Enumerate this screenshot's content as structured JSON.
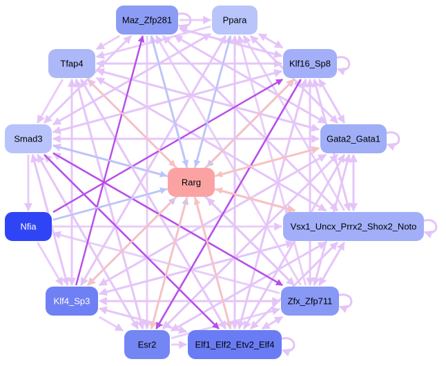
{
  "graph": {
    "type": "directed-regulatory-network",
    "center": "Rarg",
    "nodes": [
      {
        "id": "maz",
        "label": "Maz_Zfp281",
        "fill": "#8c9cf4",
        "text": "#000000",
        "self_loop": true
      },
      {
        "id": "ppara",
        "label": "Ppara",
        "fill": "#b9c4fb",
        "text": "#000000",
        "self_loop": false
      },
      {
        "id": "tfap4",
        "label": "Tfap4",
        "fill": "#adb8f8",
        "text": "#000000",
        "self_loop": false
      },
      {
        "id": "klf16",
        "label": "Klf16_Sp8",
        "fill": "#a3aff8",
        "text": "#000000",
        "self_loop": true
      },
      {
        "id": "smad3",
        "label": "Smad3",
        "fill": "#b9c3fb",
        "text": "#000000",
        "self_loop": false
      },
      {
        "id": "gata2",
        "label": "Gata2_Gata1",
        "fill": "#a0adf7",
        "text": "#000000",
        "self_loop": true
      },
      {
        "id": "rarg",
        "label": "Rarg",
        "fill": "#fba3a3",
        "text": "#000000",
        "self_loop": false
      },
      {
        "id": "nfia",
        "label": "Nfia",
        "fill": "#2f45f5",
        "text": "#ffffff",
        "self_loop": false
      },
      {
        "id": "vsx1",
        "label": "Vsx1_Uncx_Prrx2_Shox2_Noto",
        "fill": "#a2aff8",
        "text": "#000000",
        "self_loop": true
      },
      {
        "id": "klf4",
        "label": "Klf4_Sp3",
        "fill": "#6f80f4",
        "text": "#ffffff",
        "self_loop": false
      },
      {
        "id": "zfx",
        "label": "Zfx_Zfp711",
        "fill": "#8798f5",
        "text": "#000000",
        "self_loop": true
      },
      {
        "id": "esr2",
        "label": "Esr2",
        "fill": "#7486f4",
        "text": "#000000",
        "self_loop": false
      },
      {
        "id": "elf",
        "label": "Elf1_Elf2_Etv2_Elf4",
        "fill": "#6a7cf4",
        "text": "#000000",
        "self_loop": true
      }
    ],
    "edge_colors": {
      "default": "#e4c4f8",
      "strong": "#b84ee8",
      "positive": "#f9c2bc",
      "negative": "#b8c6f9"
    },
    "edges": [
      {
        "from": "maz",
        "to": "rarg",
        "kind": "negative"
      },
      {
        "from": "ppara",
        "to": "rarg",
        "kind": "negative"
      },
      {
        "from": "tfap4",
        "to": "rarg",
        "kind": "positive"
      },
      {
        "from": "klf16",
        "to": "rarg",
        "kind": "negative"
      },
      {
        "from": "smad3",
        "to": "rarg",
        "kind": "negative"
      },
      {
        "from": "gata2",
        "to": "rarg",
        "kind": "positive"
      },
      {
        "from": "vsx1",
        "to": "rarg",
        "kind": "positive"
      },
      {
        "from": "zfx",
        "to": "rarg",
        "kind": "default"
      },
      {
        "from": "elf",
        "to": "rarg",
        "kind": "positive"
      },
      {
        "from": "esr2",
        "to": "rarg",
        "kind": "negative"
      },
      {
        "from": "klf4",
        "to": "rarg",
        "kind": "negative"
      },
      {
        "from": "nfia",
        "to": "rarg",
        "kind": "negative"
      },
      {
        "from": "rarg",
        "to": "vsx1",
        "kind": "positive"
      },
      {
        "from": "rarg",
        "to": "gata2",
        "kind": "positive"
      },
      {
        "from": "rarg",
        "to": "klf16",
        "kind": "positive"
      },
      {
        "from": "rarg",
        "to": "esr2",
        "kind": "positive"
      },
      {
        "from": "rarg",
        "to": "klf4",
        "kind": "positive"
      },
      {
        "from": "nfia",
        "to": "klf16",
        "kind": "strong"
      },
      {
        "from": "klf4",
        "to": "maz",
        "kind": "strong"
      },
      {
        "from": "smad3",
        "to": "zfx",
        "kind": "strong"
      },
      {
        "from": "smad3",
        "to": "elf",
        "kind": "strong"
      },
      {
        "from": "klf16",
        "to": "esr2",
        "kind": "strong"
      },
      {
        "from": "klf4",
        "to": "ppara",
        "kind": "default"
      },
      {
        "from": "maz",
        "to": "ppara",
        "kind": "default"
      },
      {
        "from": "maz",
        "to": "klf16",
        "kind": "default"
      },
      {
        "from": "maz",
        "to": "gata2",
        "kind": "default"
      },
      {
        "from": "maz",
        "to": "vsx1",
        "kind": "default"
      },
      {
        "from": "maz",
        "to": "tfap4",
        "kind": "default"
      },
      {
        "from": "maz",
        "to": "smad3",
        "kind": "default"
      },
      {
        "from": "maz",
        "to": "esr2",
        "kind": "default"
      },
      {
        "from": "maz",
        "to": "elf",
        "kind": "default"
      },
      {
        "from": "ppara",
        "to": "klf16",
        "kind": "default"
      },
      {
        "from": "ppara",
        "to": "gata2",
        "kind": "default"
      },
      {
        "from": "ppara",
        "to": "tfap4",
        "kind": "default"
      },
      {
        "from": "ppara",
        "to": "smad3",
        "kind": "default"
      },
      {
        "from": "ppara",
        "to": "klf4",
        "kind": "default"
      },
      {
        "from": "ppara",
        "to": "elf",
        "kind": "default"
      },
      {
        "from": "tfap4",
        "to": "klf16",
        "kind": "default"
      },
      {
        "from": "tfap4",
        "to": "gata2",
        "kind": "default"
      },
      {
        "from": "tfap4",
        "to": "vsx1",
        "kind": "default"
      },
      {
        "from": "tfap4",
        "to": "zfx",
        "kind": "default"
      },
      {
        "from": "tfap4",
        "to": "smad3",
        "kind": "default"
      },
      {
        "from": "tfap4",
        "to": "klf4",
        "kind": "default"
      },
      {
        "from": "tfap4",
        "to": "esr2",
        "kind": "default"
      },
      {
        "from": "tfap4",
        "to": "elf",
        "kind": "default"
      },
      {
        "from": "smad3",
        "to": "klf16",
        "kind": "default"
      },
      {
        "from": "smad3",
        "to": "gata2",
        "kind": "default"
      },
      {
        "from": "smad3",
        "to": "vsx1",
        "kind": "default"
      },
      {
        "from": "smad3",
        "to": "nfia",
        "kind": "default"
      },
      {
        "from": "smad3",
        "to": "klf4",
        "kind": "default"
      },
      {
        "from": "smad3",
        "to": "esr2",
        "kind": "default"
      },
      {
        "from": "smad3",
        "to": "maz",
        "kind": "default"
      },
      {
        "from": "smad3",
        "to": "ppara",
        "kind": "default"
      },
      {
        "from": "nfia",
        "to": "vsx1",
        "kind": "default"
      },
      {
        "from": "nfia",
        "to": "klf4",
        "kind": "default"
      },
      {
        "from": "nfia",
        "to": "gata2",
        "kind": "default"
      },
      {
        "from": "klf4",
        "to": "klf16",
        "kind": "default"
      },
      {
        "from": "klf4",
        "to": "gata2",
        "kind": "default"
      },
      {
        "from": "klf4",
        "to": "vsx1",
        "kind": "default"
      },
      {
        "from": "klf4",
        "to": "zfx",
        "kind": "default"
      },
      {
        "from": "klf4",
        "to": "esr2",
        "kind": "default"
      },
      {
        "from": "klf4",
        "to": "elf",
        "kind": "default"
      },
      {
        "from": "klf4",
        "to": "tfap4",
        "kind": "default"
      },
      {
        "from": "klf4",
        "to": "smad3",
        "kind": "default"
      },
      {
        "from": "esr2",
        "to": "klf16",
        "kind": "default"
      },
      {
        "from": "esr2",
        "to": "gata2",
        "kind": "default"
      },
      {
        "from": "esr2",
        "to": "vsx1",
        "kind": "default"
      },
      {
        "from": "esr2",
        "to": "zfx",
        "kind": "default"
      },
      {
        "from": "esr2",
        "to": "elf",
        "kind": "default"
      },
      {
        "from": "esr2",
        "to": "tfap4",
        "kind": "default"
      },
      {
        "from": "esr2",
        "to": "smad3",
        "kind": "default"
      },
      {
        "from": "esr2",
        "to": "ppara",
        "kind": "default"
      },
      {
        "from": "elf",
        "to": "klf16",
        "kind": "default"
      },
      {
        "from": "elf",
        "to": "gata2",
        "kind": "default"
      },
      {
        "from": "elf",
        "to": "vsx1",
        "kind": "default"
      },
      {
        "from": "elf",
        "to": "zfx",
        "kind": "default"
      },
      {
        "from": "elf",
        "to": "tfap4",
        "kind": "default"
      },
      {
        "from": "elf",
        "to": "smad3",
        "kind": "default"
      },
      {
        "from": "elf",
        "to": "maz",
        "kind": "default"
      },
      {
        "from": "elf",
        "to": "ppara",
        "kind": "default"
      },
      {
        "from": "elf",
        "to": "klf4",
        "kind": "default"
      },
      {
        "from": "zfx",
        "to": "klf16",
        "kind": "default"
      },
      {
        "from": "zfx",
        "to": "gata2",
        "kind": "default"
      },
      {
        "from": "zfx",
        "to": "vsx1",
        "kind": "default"
      },
      {
        "from": "zfx",
        "to": "tfap4",
        "kind": "default"
      },
      {
        "from": "zfx",
        "to": "smad3",
        "kind": "default"
      },
      {
        "from": "zfx",
        "to": "maz",
        "kind": "default"
      },
      {
        "from": "zfx",
        "to": "ppara",
        "kind": "default"
      },
      {
        "from": "zfx",
        "to": "nfia",
        "kind": "default"
      },
      {
        "from": "zfx",
        "to": "klf4",
        "kind": "default"
      },
      {
        "from": "zfx",
        "to": "elf",
        "kind": "default"
      },
      {
        "from": "vsx1",
        "to": "klf16",
        "kind": "default"
      },
      {
        "from": "vsx1",
        "to": "gata2",
        "kind": "default"
      },
      {
        "from": "vsx1",
        "to": "tfap4",
        "kind": "default"
      },
      {
        "from": "vsx1",
        "to": "smad3",
        "kind": "default"
      },
      {
        "from": "vsx1",
        "to": "maz",
        "kind": "default"
      },
      {
        "from": "vsx1",
        "to": "ppara",
        "kind": "default"
      },
      {
        "from": "vsx1",
        "to": "klf4",
        "kind": "default"
      },
      {
        "from": "vsx1",
        "to": "esr2",
        "kind": "default"
      },
      {
        "from": "vsx1",
        "to": "elf",
        "kind": "default"
      },
      {
        "from": "vsx1",
        "to": "zfx",
        "kind": "default"
      },
      {
        "from": "gata2",
        "to": "klf16",
        "kind": "default"
      },
      {
        "from": "gata2",
        "to": "vsx1",
        "kind": "default"
      },
      {
        "from": "gata2",
        "to": "tfap4",
        "kind": "default"
      },
      {
        "from": "gata2",
        "to": "smad3",
        "kind": "default"
      },
      {
        "from": "gata2",
        "to": "maz",
        "kind": "default"
      },
      {
        "from": "gata2",
        "to": "ppara",
        "kind": "default"
      },
      {
        "from": "gata2",
        "to": "klf4",
        "kind": "default"
      },
      {
        "from": "gata2",
        "to": "esr2",
        "kind": "default"
      },
      {
        "from": "gata2",
        "to": "elf",
        "kind": "default"
      },
      {
        "from": "gata2",
        "to": "zfx",
        "kind": "default"
      },
      {
        "from": "klf16",
        "to": "gata2",
        "kind": "default"
      },
      {
        "from": "klf16",
        "to": "vsx1",
        "kind": "default"
      },
      {
        "from": "klf16",
        "to": "tfap4",
        "kind": "default"
      },
      {
        "from": "klf16",
        "to": "smad3",
        "kind": "default"
      },
      {
        "from": "klf16",
        "to": "maz",
        "kind": "default"
      },
      {
        "from": "klf16",
        "to": "ppara",
        "kind": "default"
      },
      {
        "from": "klf16",
        "to": "klf4",
        "kind": "default"
      },
      {
        "from": "klf16",
        "to": "elf",
        "kind": "default"
      },
      {
        "from": "klf16",
        "to": "zfx",
        "kind": "default"
      }
    ]
  }
}
